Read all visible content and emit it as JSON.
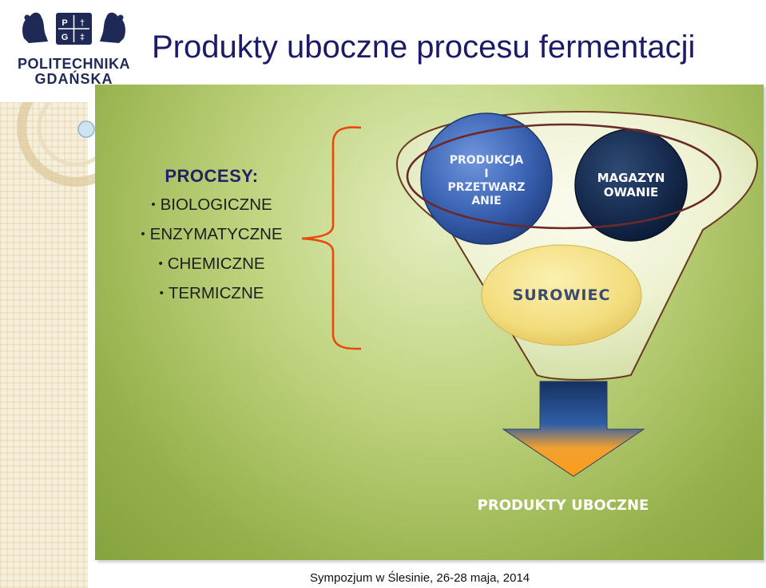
{
  "logo": {
    "monogram_left": "P",
    "monogram_mid": "G",
    "line1": "POLITECHNIKA",
    "line2": "GDAŃSKA"
  },
  "title": "Produkty uboczne procesu fermentacji",
  "processes": {
    "heading": "PROCESY:",
    "items": [
      "BIOLOGICZNE",
      "ENZYMATYCZNE",
      "CHEMICZNE",
      "TERMICZNE"
    ]
  },
  "funnel": {
    "production": [
      "PRODUKCJA",
      "I",
      "PRZETWARZ",
      "ANIE"
    ],
    "storage": [
      "MAGAZYN",
      "OWANIE"
    ],
    "raw": "SUROWIEC",
    "output": "PRODUKTY UBOCZNE"
  },
  "footer": "Sympozjum w Ślesinie, 26-28 maja, 2014",
  "colors": {
    "title": "#1b1b66",
    "bracket": "#e8480f",
    "production_circle": "#2f55a4",
    "storage_circle": "#0f2342",
    "raw_circle": "#f2dc7c",
    "arrow_top": "#1e3a78",
    "arrow_bottom": "#ff9c1a",
    "output_text": "#ffffff"
  }
}
